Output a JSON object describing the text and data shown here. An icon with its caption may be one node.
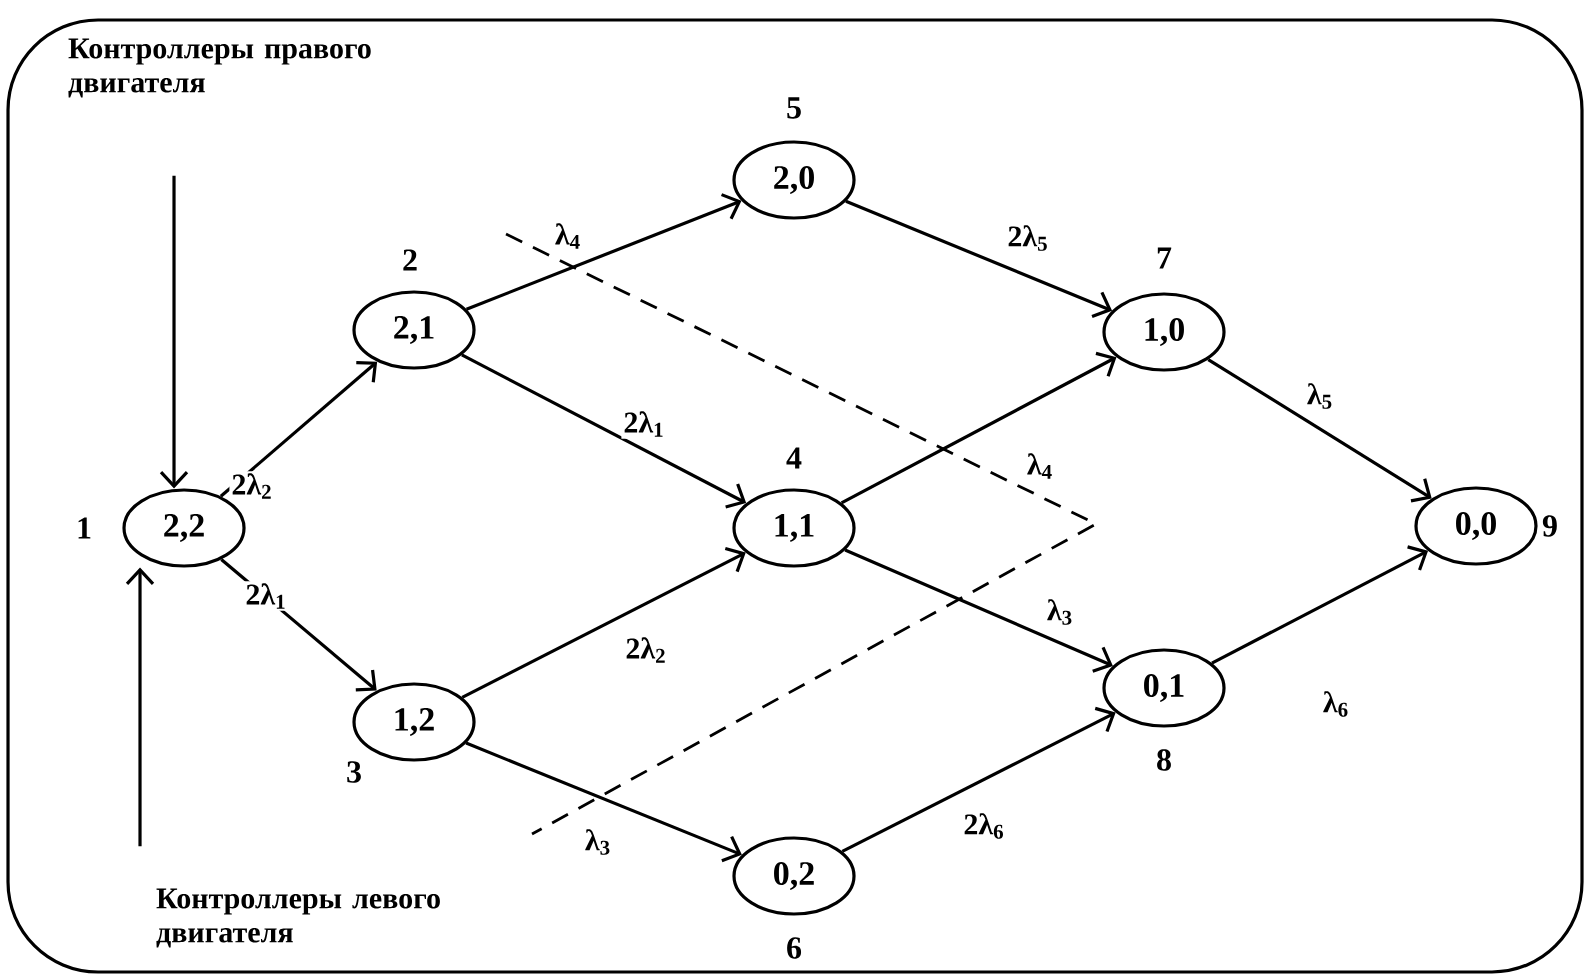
{
  "diagram": {
    "nodes": [
      {
        "text": [
          "Контроллеры правого двигателя"
        ]
      },
      {
        "text": [
          "Контроллеры левого двигателя"
        ]
      },
      {
        "text": [
          "2,2"
        ],
        "beside": [
          "1"
        ]
      },
      {
        "text": [
          "2,1"
        ],
        "beside": [
          "2"
        ]
      },
      {
        "text": [
          "1,2"
        ],
        "beside": [
          "3"
        ]
      },
      {
        "text": [
          "1,1"
        ],
        "beside": [
          "4"
        ]
      },
      {
        "text": [
          "2,0"
        ],
        "beside": [
          "5"
        ]
      },
      {
        "text": [
          "0,2"
        ],
        "beside": [
          "6"
        ]
      },
      {
        "text": [
          "1,0"
        ],
        "beside": [
          "7"
        ]
      },
      {
        "text": [
          "0,1"
        ],
        "beside": [
          "8"
        ]
      },
      {
        "text": [
          "0,0"
        ],
        "beside": [
          "9"
        ]
      }
    ],
    "edges": [
      {
        "from": 0,
        "to": 2,
        "arrow": "to"
      },
      {
        "from": 1,
        "to": 2,
        "arrow": "to"
      },
      {
        "from": 2,
        "to": 3,
        "arrow": "to",
        "label": "2λ$_{2}$"
      },
      {
        "from": 2,
        "to": 4,
        "arrow": "to",
        "label": "2λ$_{1}$"
      },
      {
        "from": 3,
        "to": 6,
        "arrow": "to",
        "label": "λ$_{4}$"
      },
      {
        "from": 3,
        "to": 5,
        "arrow": "to",
        "label": "2λ$_{1}$"
      },
      {
        "from": 4,
        "to": 5,
        "arrow": "to",
        "label": "2λ$_{2}$"
      },
      {
        "from": 4,
        "to": 7,
        "arrow": "to",
        "label": "λ$_{3}$"
      },
      {
        "from": 6,
        "to": 8,
        "arrow": "to",
        "label": "2λ$_{5}$"
      },
      {
        "from": 5,
        "to": 8,
        "arrow": "to",
        "label": "λ$_{4}$"
      },
      {
        "from": 5,
        "to": 9,
        "arrow": "to",
        "label": "λ$_{3}$"
      },
      {
        "from": 7,
        "to": 9,
        "arrow": "to",
        "label": "2λ$_{6}$"
      },
      {
        "from": 8,
        "to": 10,
        "arrow": "to",
        "label": "λ$_{5}$"
      },
      {
        "from": 9,
        "to": 10,
        "arrow": "to",
        "label": "λ$_{6}$"
      }
    ]
  }
}
